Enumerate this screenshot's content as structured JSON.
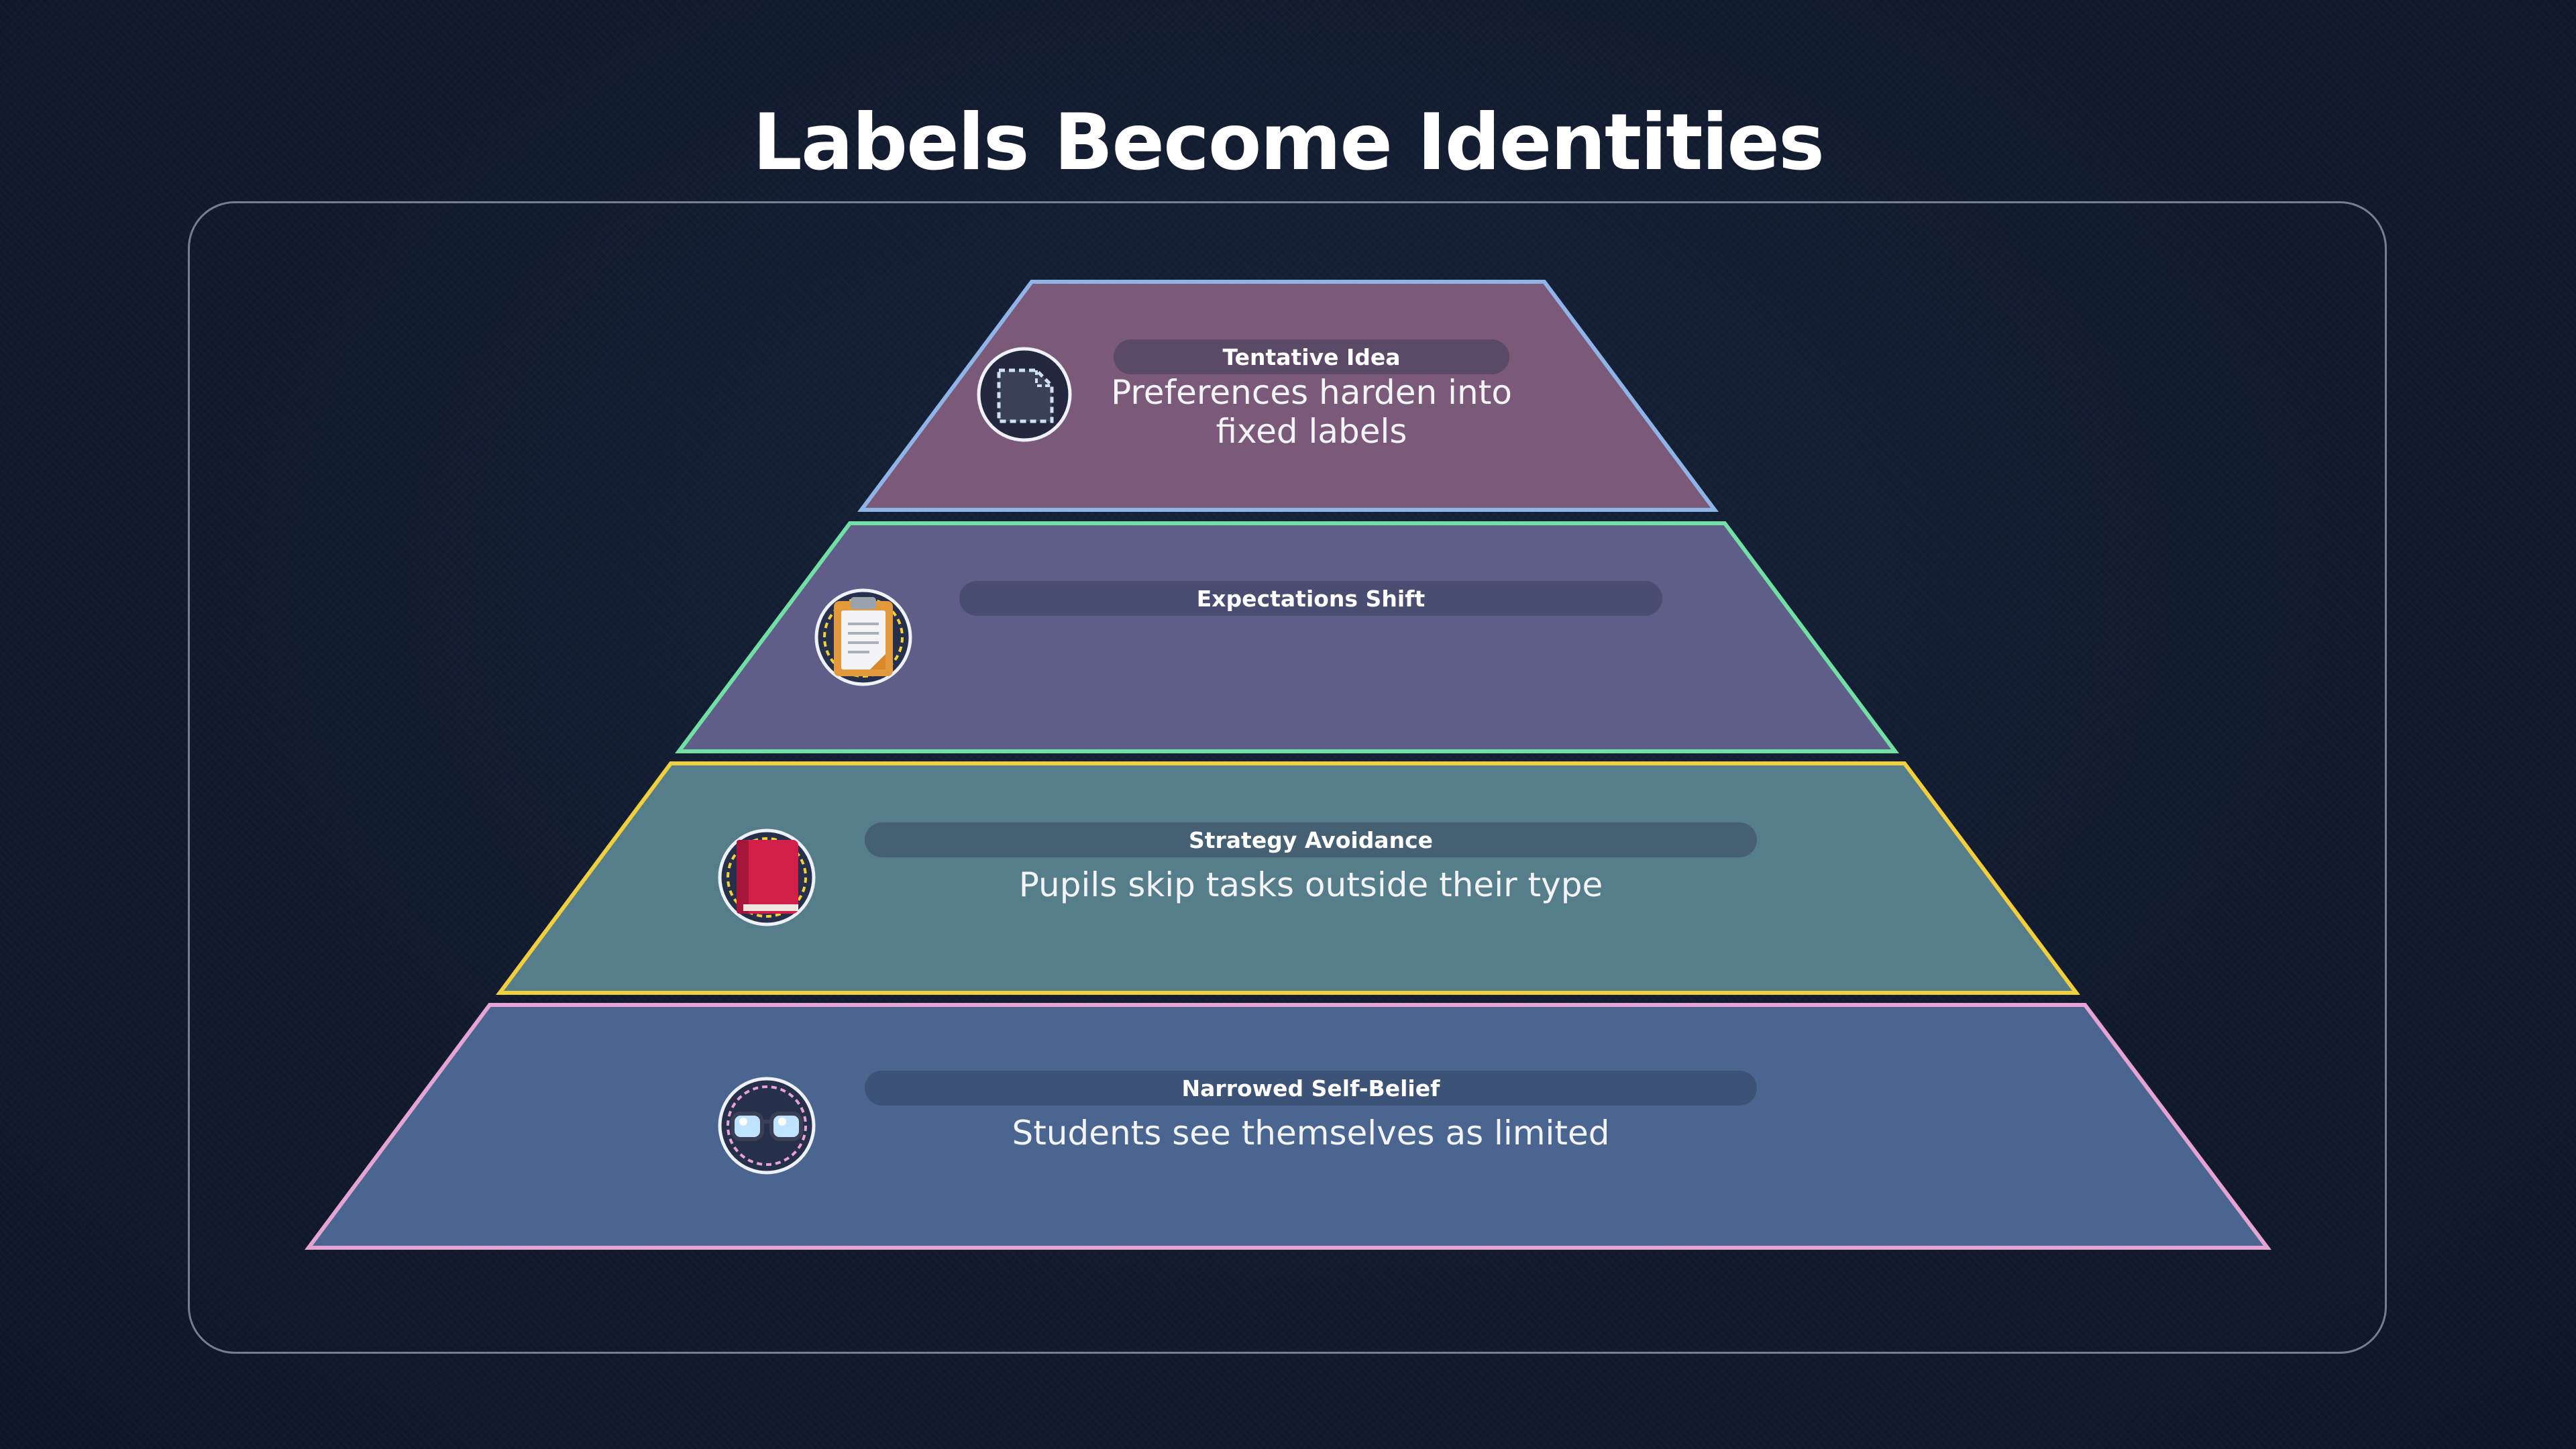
{
  "title": "Labels Become Identities",
  "layers": [
    {
      "label": "Tentative Idea",
      "description": "Preferences harden into fixed labels",
      "icon": "dotted-square-icon",
      "fill": "#7a5a78",
      "stroke": "#8fb4e8"
    },
    {
      "label": "Expectations Shift",
      "description": "",
      "icon": "clipboard-icon",
      "fill": "#5e5e88",
      "stroke": "#72e0a4"
    },
    {
      "label": "Strategy Avoidance",
      "description": "Pupils skip tasks outside their type",
      "icon": "red-book-icon",
      "fill": "#567d8a",
      "stroke": "#f2cf3c"
    },
    {
      "label": "Narrowed Self-Belief",
      "description": "Students see themselves as limited",
      "icon": "glasses-icon",
      "fill": "#4a6690",
      "stroke": "#e6a4d4"
    }
  ]
}
